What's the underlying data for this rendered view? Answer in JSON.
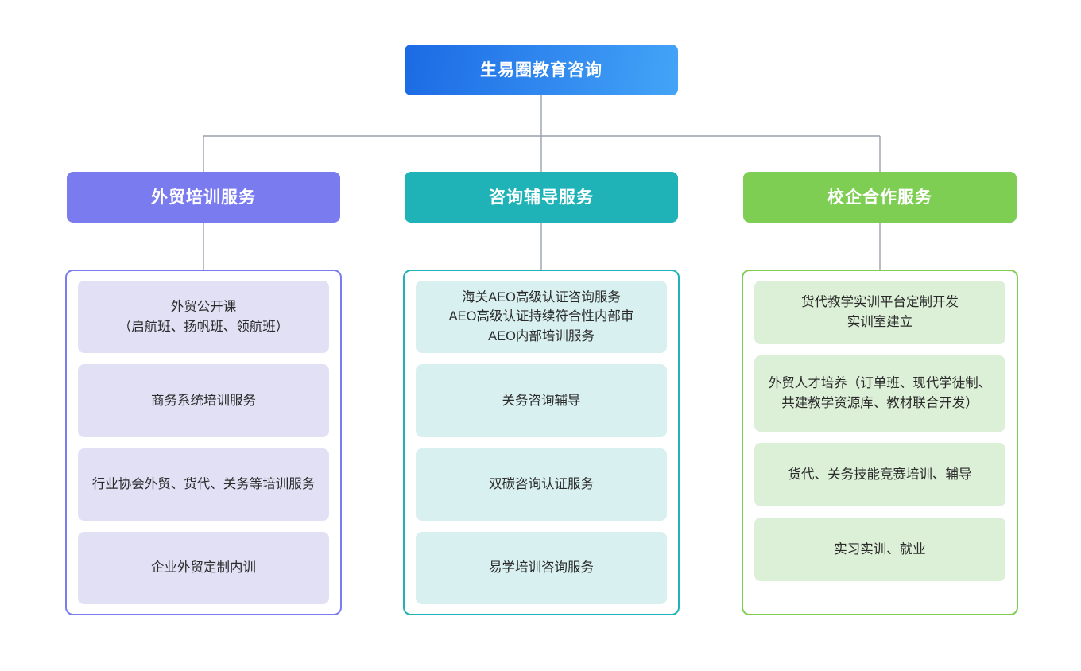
{
  "diagram": {
    "root": {
      "label": "生易圈教育咨询",
      "color": "#1B6AE4",
      "color_end": "#43A4F7"
    },
    "connector_color": "#9AA0AC",
    "branches": [
      {
        "label": "外贸培训服务",
        "color": "#7B7BF0",
        "item_bg": "#e2e0f5",
        "items": [
          "外贸公开课\n（启航班、扬帆班、领航班）",
          "商务系统培训服务",
          "行业协会外贸、货代、关务等培训服务",
          "企业外贸定制内训"
        ]
      },
      {
        "label": "咨询辅导服务",
        "color": "#1FB3B8",
        "item_bg": "#d9f0f0",
        "items": [
          "海关AEO高级认证咨询服务\nAEO高级认证持续符合性内部审\nAEO内部培训服务",
          "关务咨询辅导",
          "双碳咨询认证服务",
          "易学培训咨询服务"
        ]
      },
      {
        "label": "校企合作服务",
        "color": "#7DCE52",
        "item_bg": "#dcefd7",
        "items": [
          "货代教学实训平台定制开发\n实训室建立",
          "外贸人才培养（订单班、现代学徒制、共建教学资源库、教材联合开发）",
          "货代、关务技能竞赛培训、辅导",
          "实习实训、就业"
        ]
      }
    ]
  }
}
